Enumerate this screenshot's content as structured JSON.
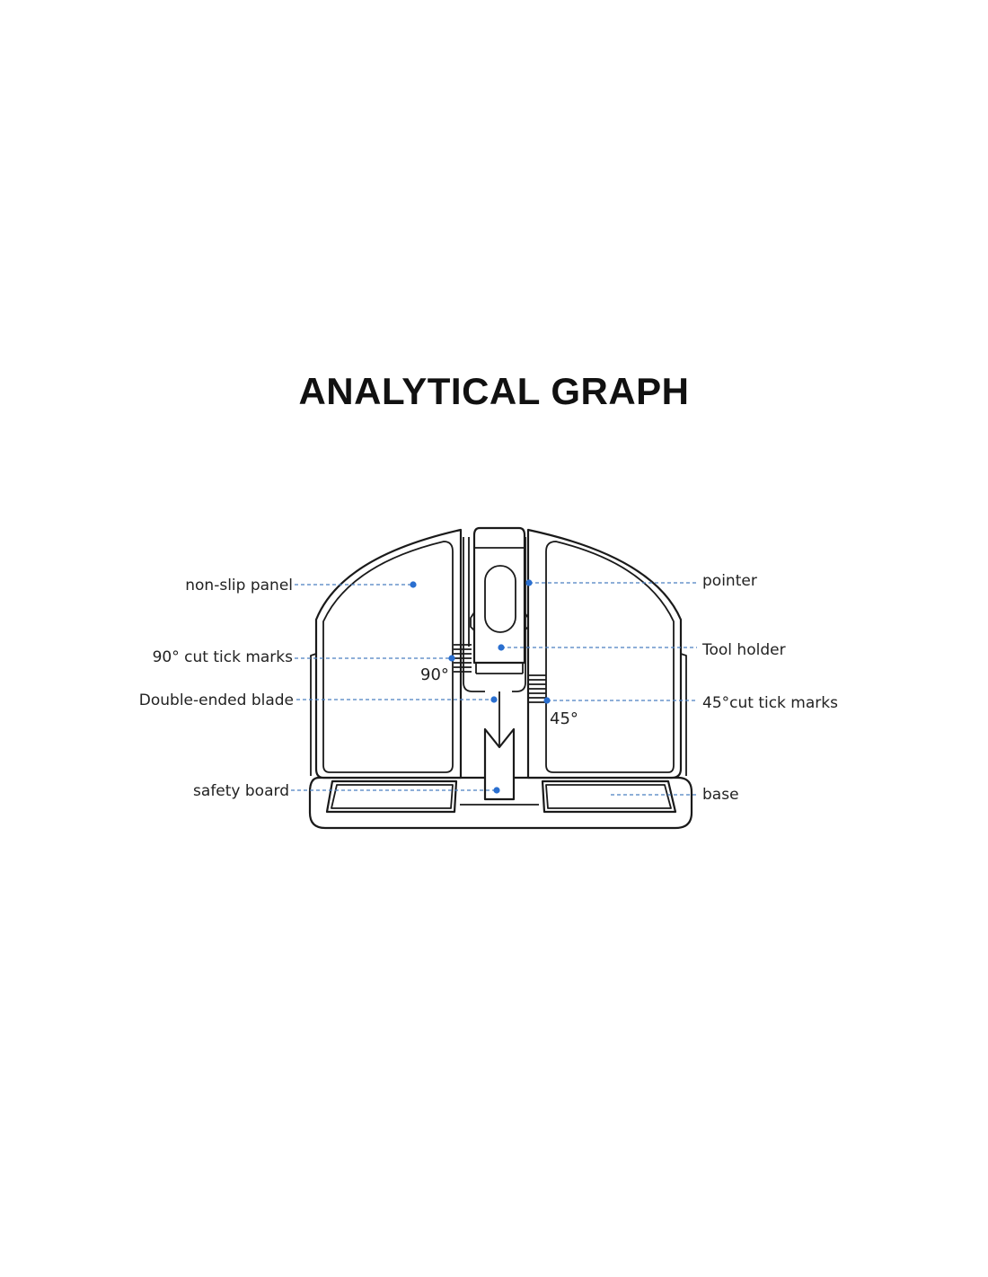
{
  "title": "ANALYTICAL GRAPH",
  "accent_color": "#2a6fd0",
  "labels": {
    "non_slip_panel": "non-slip panel",
    "cut_90": "90° cut tick marks",
    "double_ended_blade": "Double-ended blade",
    "safety_board": "safety board",
    "pointer": "pointer",
    "tool_holder": "Tool holder",
    "cut_45": "45°cut tick marks",
    "base": "base"
  },
  "angle_marks": {
    "left": "90°",
    "right": "45°"
  }
}
